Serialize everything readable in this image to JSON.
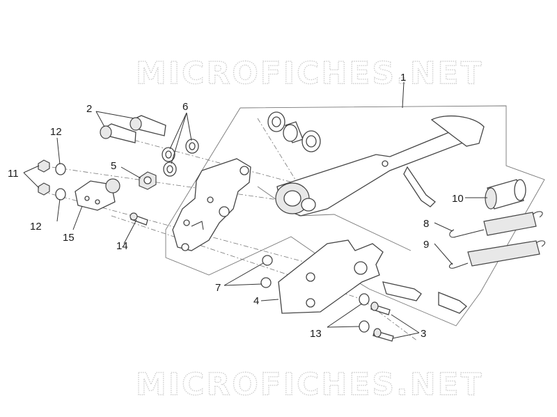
{
  "watermark": {
    "top": "MICROFICHES.NET",
    "bottom": "MICROFICHES.NET"
  },
  "callouts": [
    {
      "id": "c1",
      "label": "1"
    },
    {
      "id": "c2",
      "label": "2"
    },
    {
      "id": "c3",
      "label": "3"
    },
    {
      "id": "c4",
      "label": "4"
    },
    {
      "id": "c5",
      "label": "5"
    },
    {
      "id": "c6",
      "label": "6"
    },
    {
      "id": "c7",
      "label": "7"
    },
    {
      "id": "c8",
      "label": "8"
    },
    {
      "id": "c9",
      "label": "9"
    },
    {
      "id": "c10",
      "label": "10"
    },
    {
      "id": "c11",
      "label": "11"
    },
    {
      "id": "c12a",
      "label": "12"
    },
    {
      "id": "c12b",
      "label": "12"
    },
    {
      "id": "c13",
      "label": "13"
    },
    {
      "id": "c14",
      "label": "14"
    },
    {
      "id": "c15",
      "label": "15"
    }
  ]
}
